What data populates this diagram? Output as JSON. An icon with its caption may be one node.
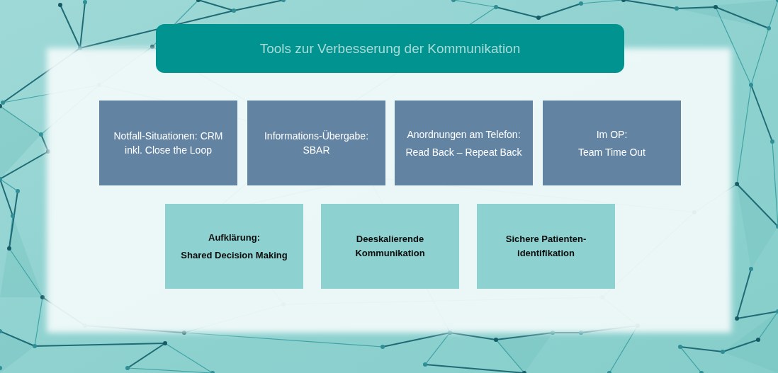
{
  "diagram": {
    "title": "Tools zur Verbesserung der Kommunikation",
    "nodes": [
      {
        "text": [
          "Notfall-Situationen: CRM inkl. Close the Loop"
        ]
      },
      {
        "text": [
          "Informations-Übergabe: SBAR"
        ]
      },
      {
        "text": [
          "Anordnungen am Telefon:",
          "Read Back – Repeat Back"
        ]
      },
      {
        "text": [
          "Im OP:",
          "Team Time Out"
        ]
      },
      {
        "text": [
          "Aufklärung:",
          "Shared Decision Making"
        ]
      },
      {
        "text": [
          "Deeskalierende Kommunikation"
        ]
      },
      {
        "text": [
          "Sichere Patienten-identifikation"
        ]
      }
    ]
  }
}
